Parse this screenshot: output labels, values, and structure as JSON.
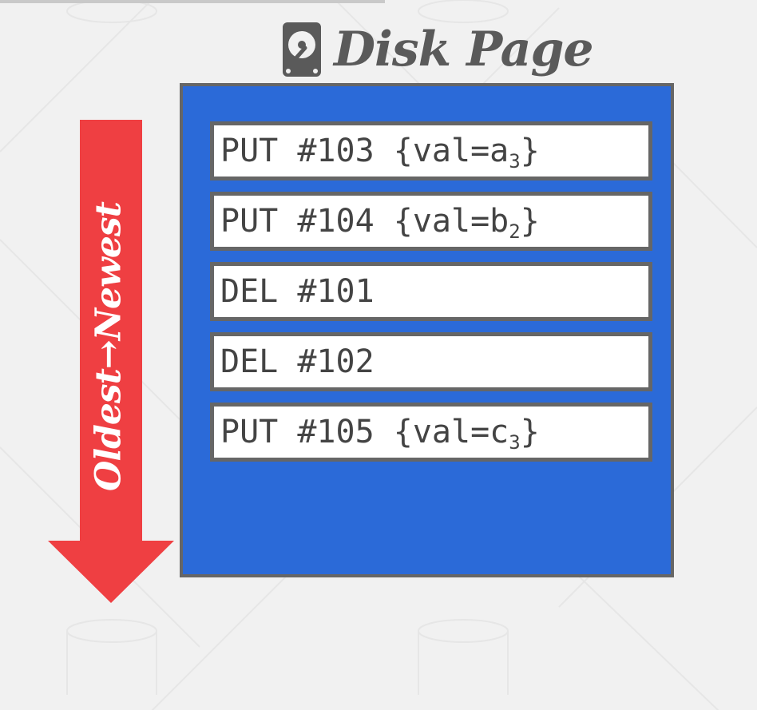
{
  "title": {
    "text": "Disk Page",
    "icon": "hard-disk-icon"
  },
  "arrow": {
    "label": "Oldest→Newest",
    "color": "#ef3f42"
  },
  "page_color": "#2b6ad8",
  "border_color": "#666666",
  "entries": [
    {
      "text": "PUT #103 {val=a",
      "sub": "3",
      "close": "}"
    },
    {
      "text": "PUT #104 {val=b",
      "sub": "2",
      "close": "}"
    },
    {
      "text": "DEL #101",
      "sub": "",
      "close": ""
    },
    {
      "text": "DEL #102",
      "sub": "",
      "close": ""
    },
    {
      "text": "PUT #105 {val=c",
      "sub": "3",
      "close": "}"
    }
  ]
}
